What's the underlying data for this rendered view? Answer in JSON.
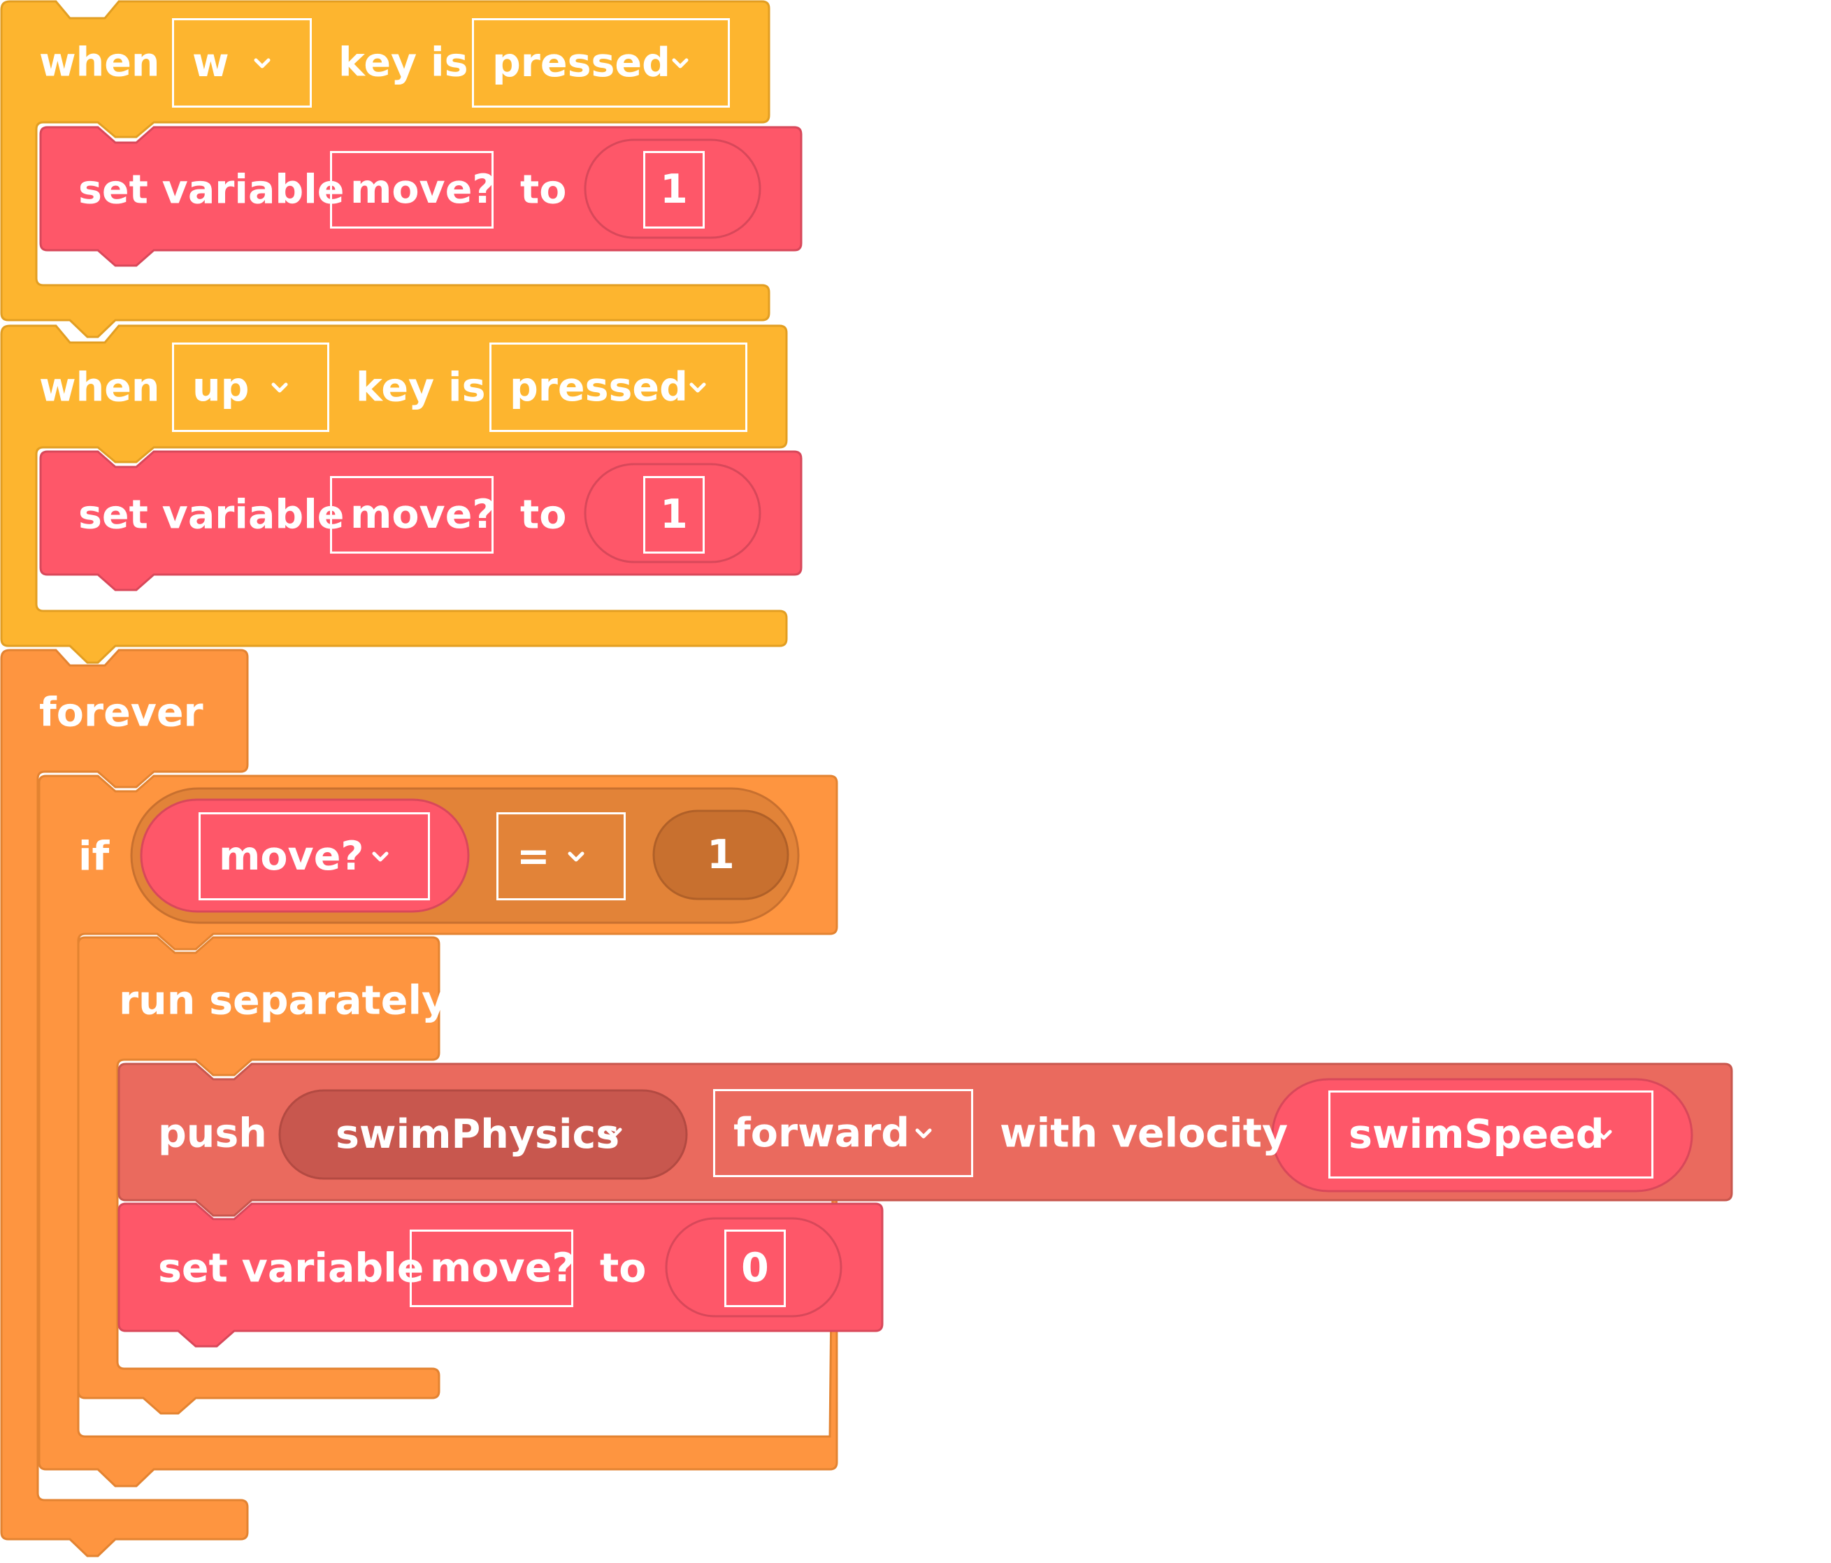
{
  "colors": {
    "event": "#FDB52F",
    "event_dark": "#E29E22",
    "control": "#FE9540",
    "control_dark": "#E38331",
    "variable": "#FE5769",
    "variable_dark": "#D8485A",
    "physics": "#EA6A5E",
    "physics_dark": "#C8574E",
    "compare_pill": "#E28338",
    "number_pill": "#C8702F"
  },
  "icons": {
    "dropdown": "chevron-down-icon"
  },
  "scripts": [
    {
      "event_label": "when",
      "key": "w",
      "key_is_label": "key is",
      "state": "pressed",
      "action": {
        "label": "set variable",
        "variable": "move?",
        "to_label": "to",
        "value": "1"
      }
    },
    {
      "event_label": "when",
      "key": "up",
      "key_is_label": "key is",
      "state": "pressed",
      "action": {
        "label": "set variable",
        "variable": "move?",
        "to_label": "to",
        "value": "1"
      }
    }
  ],
  "forever": {
    "label": "forever",
    "if_block": {
      "label": "if",
      "condition": {
        "variable": "move?",
        "operator": "=",
        "value": "1"
      },
      "run_separately": {
        "label": "run separately",
        "push": {
          "label": "push",
          "object": "swimPhysics",
          "direction": "forward",
          "velocity_label": "with velocity",
          "velocity": "swimSpeed"
        },
        "set_variable": {
          "label": "set variable",
          "variable": "move?",
          "to_label": "to",
          "value": "0"
        }
      }
    }
  }
}
